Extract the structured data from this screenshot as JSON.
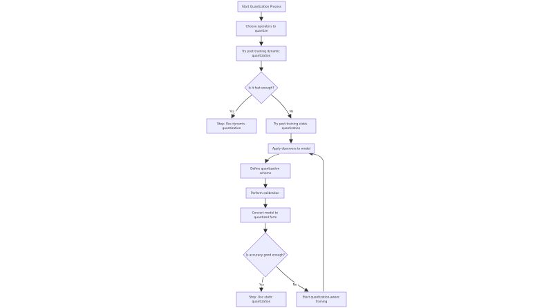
{
  "nodes": {
    "start": [
      "Start Quantization Process"
    ],
    "choose_ops": [
      "Choose operators to",
      "quantize"
    ],
    "try_dynamic": [
      "Try post-training dynamic",
      "quantization"
    ],
    "fast_enough": [
      "Is it fast enough?"
    ],
    "stop_dynamic": [
      "Stop: Use dynamic",
      "quantization"
    ],
    "try_static": [
      "Try post-training static",
      "quantization"
    ],
    "apply_observers": [
      "Apply observers to model"
    ],
    "define_scheme": [
      "Define quantization",
      "scheme"
    ],
    "calibration": [
      "Perform calibration"
    ],
    "convert_model": [
      "Convert model to",
      "quantized form"
    ],
    "accuracy_good": [
      "Is accuracy good enough?"
    ],
    "stop_static": [
      "Stop: Use static",
      "quantization"
    ],
    "start_qat": [
      "Start quantization-aware",
      "training"
    ]
  },
  "edge_labels": {
    "fast_yes": "Yes",
    "fast_no": "No",
    "accuracy_yes": "Yes",
    "accuracy_no": "No"
  },
  "colors": {
    "node_fill": "#ECECFF",
    "node_stroke": "#9370DB",
    "edge": "#333333",
    "text": "#333333"
  }
}
